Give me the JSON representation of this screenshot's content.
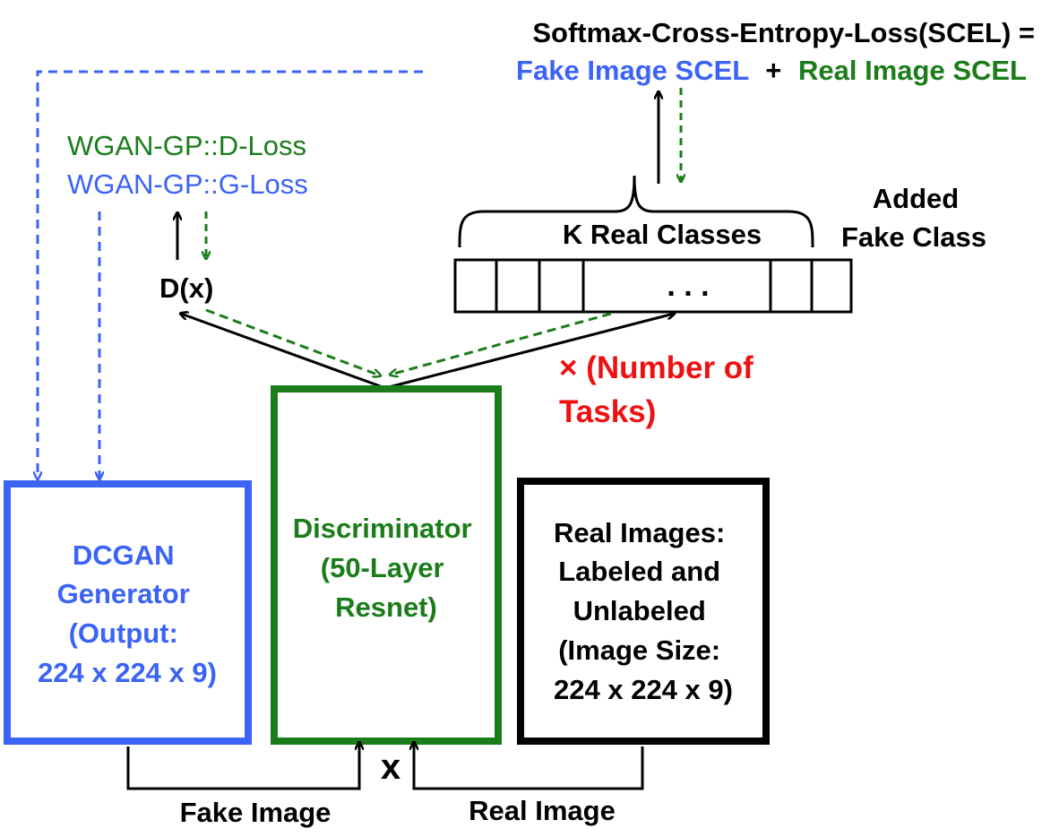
{
  "colors": {
    "blue": "#3b63f5",
    "green": "#1a7d1a",
    "red": "#ee1111",
    "black": "#000000"
  },
  "loss": {
    "title": "Softmax-Cross-Entropy-Loss(SCEL) =",
    "fake_term": "Fake Image SCEL",
    "plus": "+",
    "real_term": "Real Image SCEL"
  },
  "wgan": {
    "d_loss": "WGAN-GP::D-Loss",
    "g_loss": "WGAN-GP::G-Loss"
  },
  "dx_label": "D(x)",
  "classes": {
    "real_label": "K Real Classes",
    "fake_label_line1": "Added",
    "fake_label_line2": "Fake Class",
    "ellipsis": ". . ."
  },
  "tasks": {
    "line1": "× (Number of",
    "line2": "Tasks)"
  },
  "generator": {
    "lines": [
      "DCGAN",
      "Generator",
      "(Output:",
      "224 x 224 x 9)"
    ]
  },
  "discriminator": {
    "lines": [
      "Discriminator",
      "(50-Layer",
      "Resnet)"
    ]
  },
  "real_images": {
    "lines": [
      "Real Images:",
      "Labeled and",
      "Unlabeled",
      "(Image Size:",
      "224 x 224 x 9)"
    ]
  },
  "input_label": "x",
  "fake_image_label": "Fake Image",
  "real_image_label": "Real Image"
}
